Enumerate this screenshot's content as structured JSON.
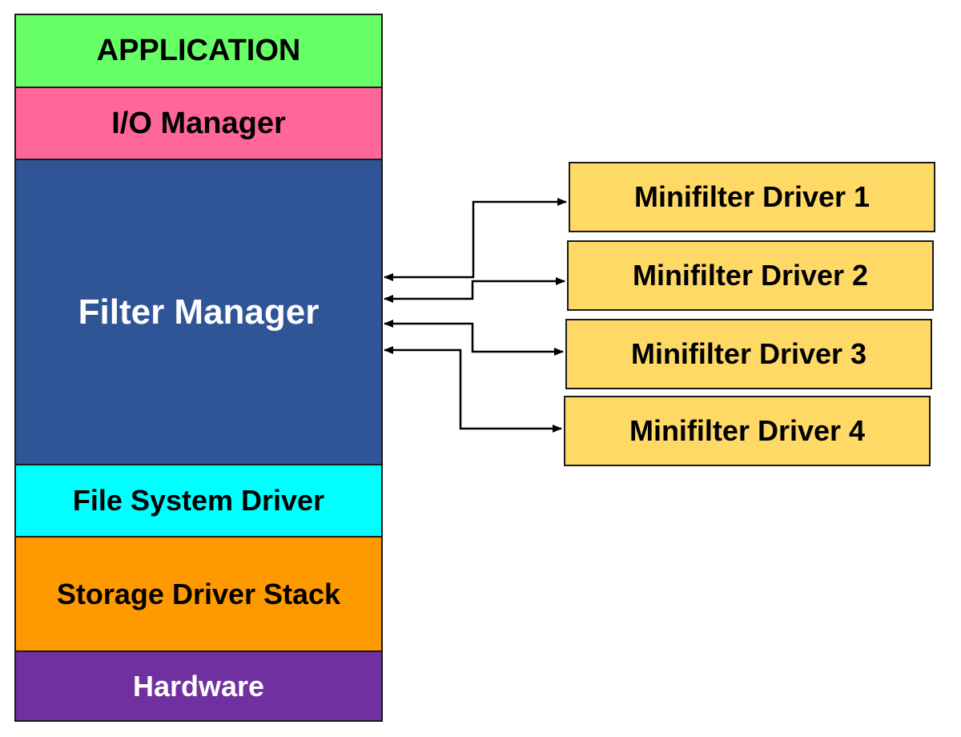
{
  "stack": {
    "application": "APPLICATION",
    "io_manager": "I/O Manager",
    "filter_manager": "Filter Manager",
    "file_system_driver": "File System Driver",
    "storage_driver_stack": "Storage Driver Stack",
    "hardware": "Hardware"
  },
  "minifilters": [
    "Minifilter Driver 1",
    "Minifilter Driver 2",
    "Minifilter Driver 3",
    "Minifilter Driver 4"
  ],
  "colors": {
    "application": "#66ff66",
    "io_manager": "#ff6699",
    "filter_manager": "#2f5597",
    "file_system_driver": "#00ffff",
    "storage_driver_stack": "#ff9900",
    "hardware": "#7030a0",
    "minifilter": "#ffd966"
  }
}
